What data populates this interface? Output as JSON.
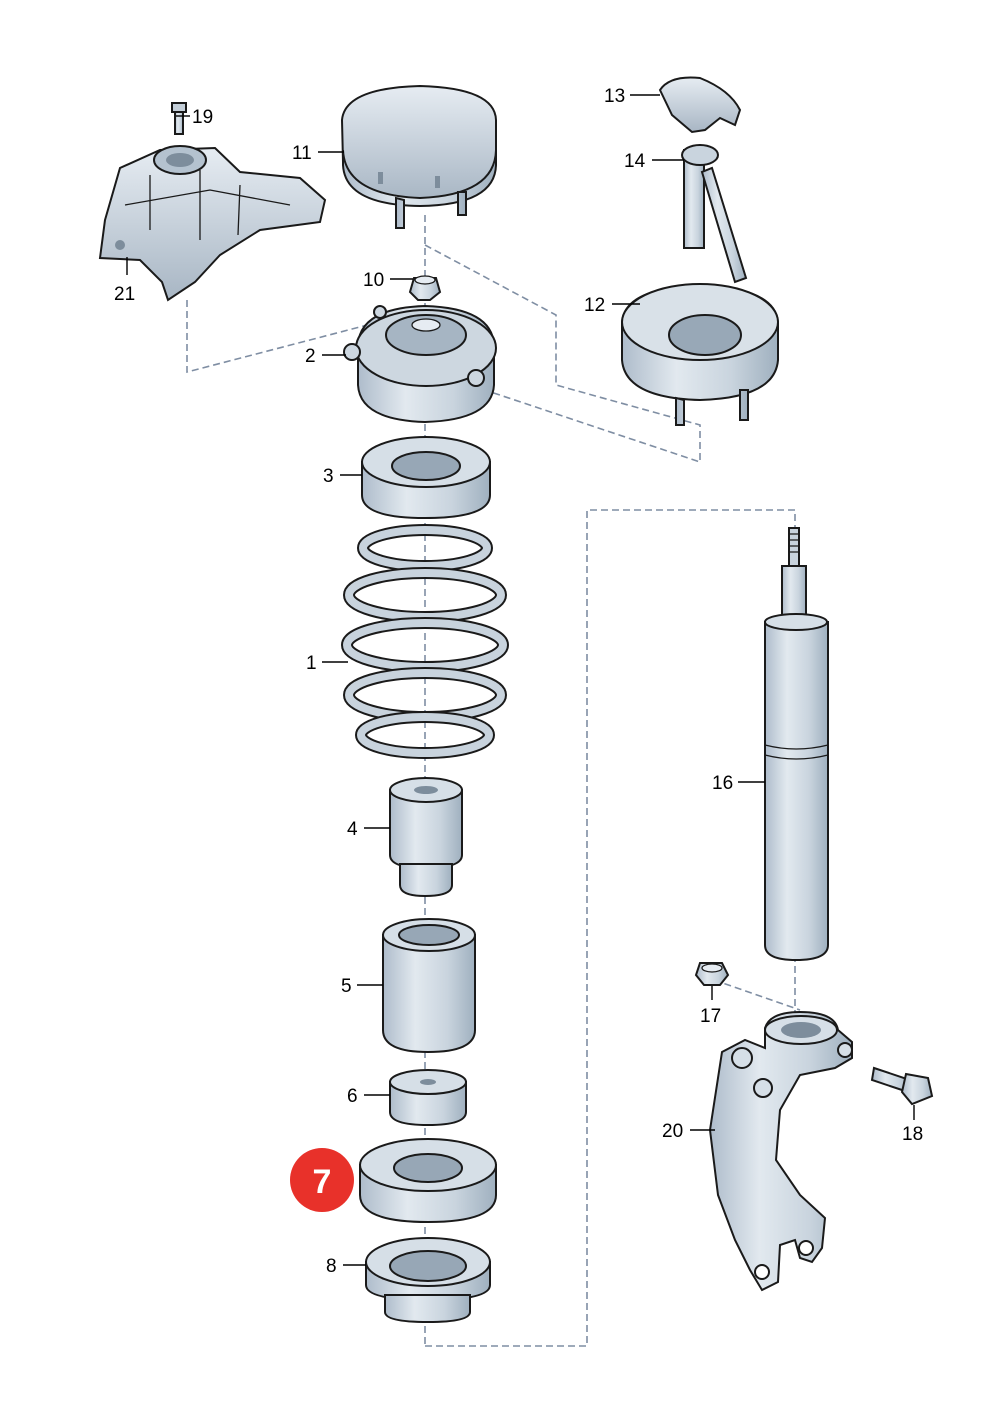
{
  "parts": {
    "p1": "1",
    "p2": "2",
    "p3": "3",
    "p4": "4",
    "p5": "5",
    "p6": "6",
    "p8": "8",
    "p10": "10",
    "p11": "11",
    "p12": "12",
    "p13": "13",
    "p14": "14",
    "p16": "16",
    "p17": "17",
    "p18": "18",
    "p19": "19",
    "p20": "20",
    "p21": "21"
  },
  "highlight": {
    "number": "7",
    "color": "#e8312a"
  },
  "colors": {
    "part_fill": "#d3dde6",
    "part_shade": "#a9b7c4",
    "line": "#7f8ea3"
  }
}
